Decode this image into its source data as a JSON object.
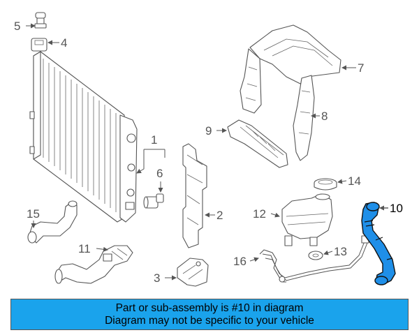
{
  "callouts": {
    "c1": "1",
    "c2": "2",
    "c3": "3",
    "c4": "4",
    "c5": "5",
    "c6": "6",
    "c7": "7",
    "c8": "8",
    "c9": "9",
    "c10": "10",
    "c11": "11",
    "c12": "12",
    "c13": "13",
    "c14": "14",
    "c15": "15",
    "c16": "16"
  },
  "highlight_part": "10",
  "banner": {
    "line1": "Part or sub-assembly is #10 in diagram",
    "line2": "Diagram may not be specific to your vehicle",
    "color": "#1aa3ec"
  },
  "colors": {
    "highlight_fill": "#1f8fe8",
    "line_art": "#555555"
  }
}
